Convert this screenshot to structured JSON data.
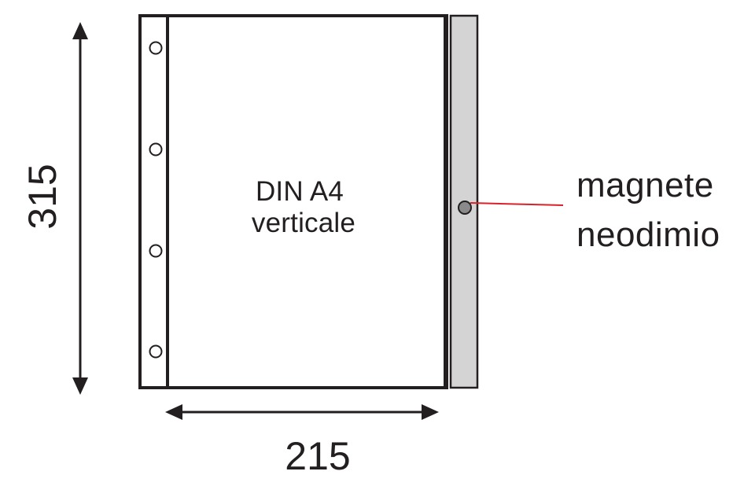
{
  "title_line1": "DIN A4",
  "title_line2": "verticale",
  "dimensions": {
    "height": "315",
    "width": "215"
  },
  "callout": {
    "line1": "magnete",
    "line2": "neodimio"
  },
  "colors": {
    "stroke": "#231f20",
    "magnet_strip": "#d4d4d4",
    "magnet": "#8a8a8a",
    "leader": "#d6222a"
  }
}
